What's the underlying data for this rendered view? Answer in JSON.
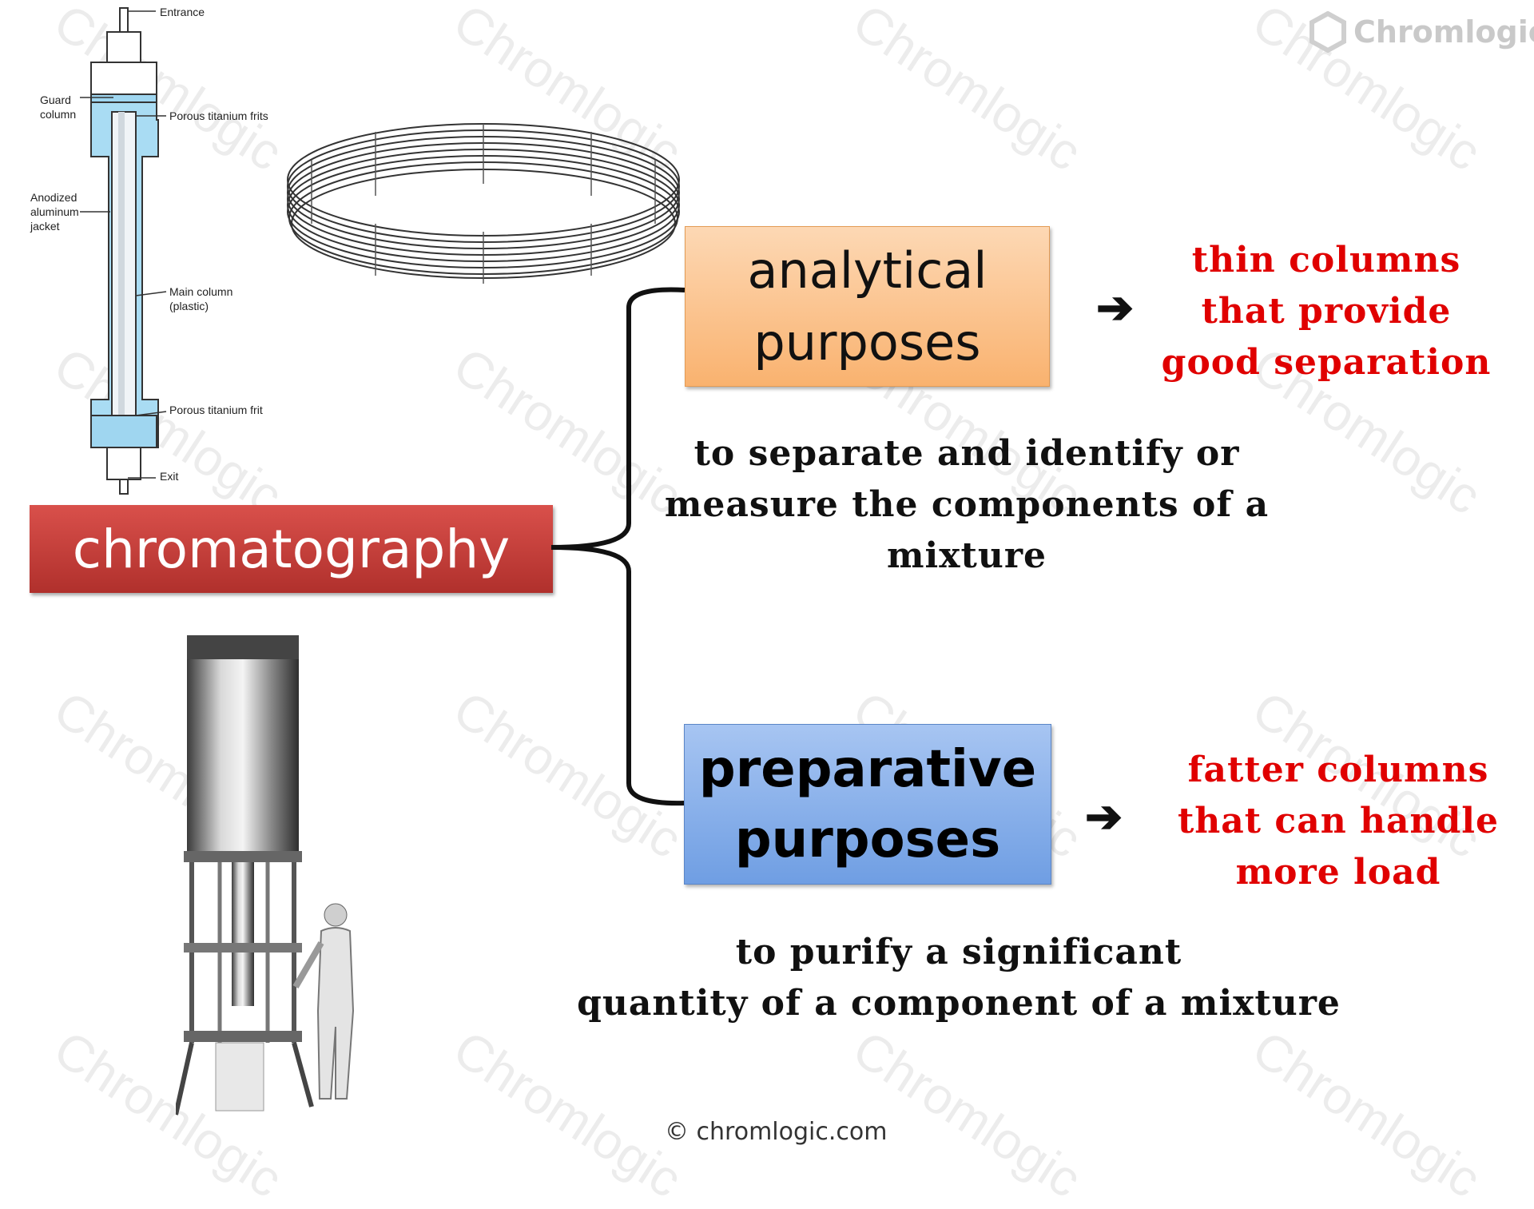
{
  "watermark": "Chromlogic",
  "logo": {
    "text": "Chromlogic",
    "icon": "hexagon-icon"
  },
  "root": {
    "label": "chromatography"
  },
  "analytical": {
    "box_line1": "analytical",
    "box_line2": "purposes",
    "result_line1": "thin columns",
    "result_line2": "that provide",
    "result_line3": "good separation",
    "desc_line1": "to separate and identify or",
    "desc_line2": "measure the components of a mixture"
  },
  "preparative": {
    "box_line1": "preparative",
    "box_line2": "purposes",
    "result_line1": "fatter columns",
    "result_line2": "that can handle",
    "result_line3": "more load",
    "desc_line1": "to purify a significant",
    "desc_line2": "quantity of a component of a mixture"
  },
  "column_diagram": {
    "entrance": "Entrance",
    "guard": "Guard column",
    "frits": "Porous titanium frits",
    "jacket": "Anodized aluminum jacket",
    "main": "Main column (plastic)",
    "frit": "Porous titanium frit",
    "exit": "Exit"
  },
  "copyright": "© chromlogic.com",
  "colors": {
    "red_text": "#e00000",
    "root_box": "#c7403b",
    "analytical_box": "#fbc48f",
    "preparative_box": "#8bb3ec"
  }
}
